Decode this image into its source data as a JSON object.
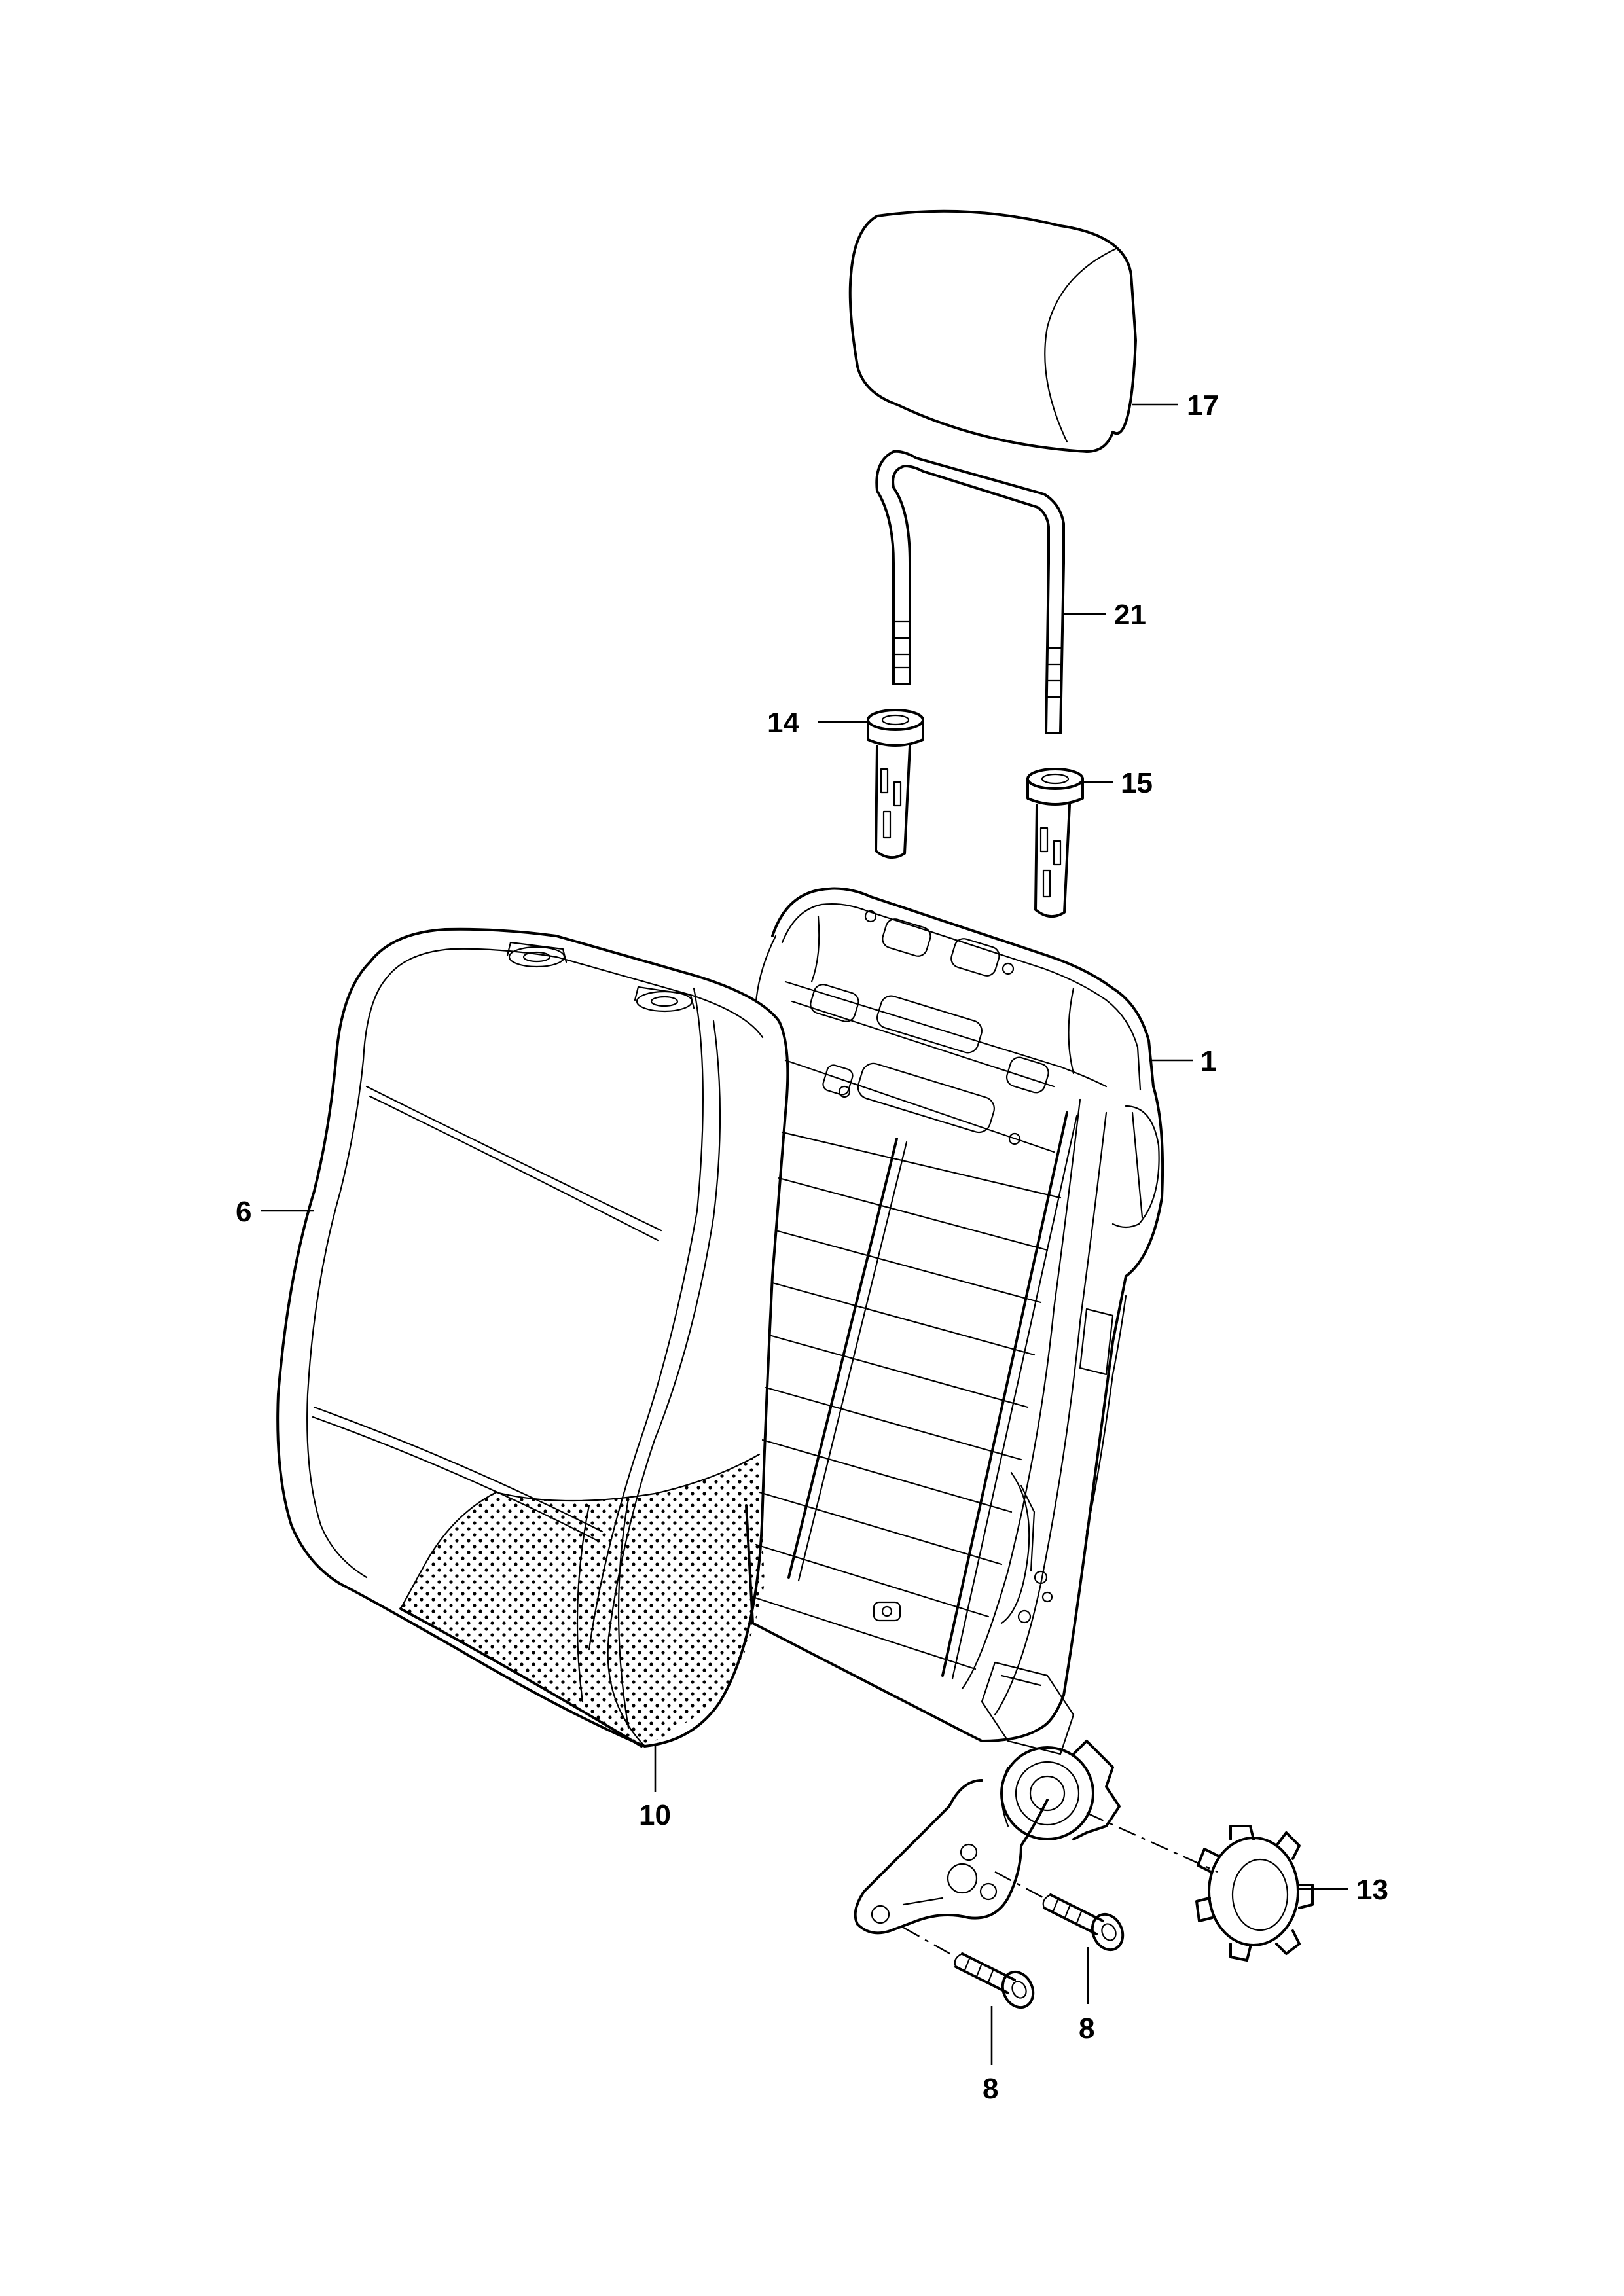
{
  "callouts": {
    "c1": "1",
    "c6": "6",
    "c8a": "8",
    "c8b": "8",
    "c10": "10",
    "c13": "13",
    "c14": "14",
    "c15": "15",
    "c17": "17",
    "c21": "21"
  }
}
